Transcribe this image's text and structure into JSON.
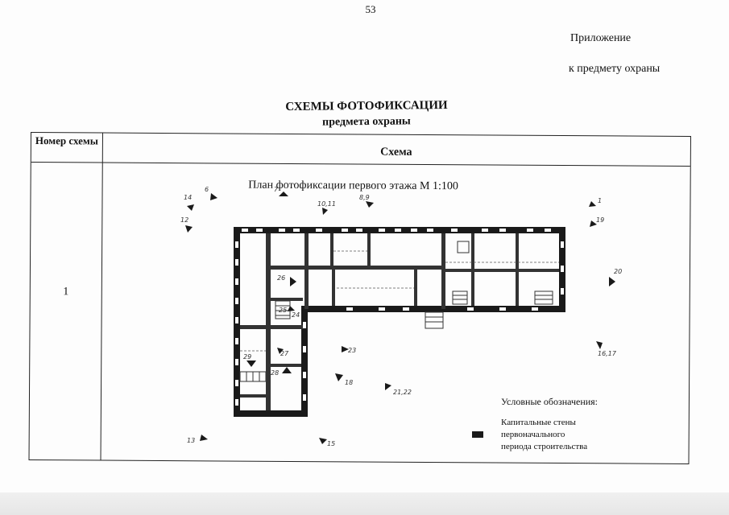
{
  "page_number": "53",
  "appendix": {
    "line1": "Приложение",
    "line2": "к предмету охраны"
  },
  "title": {
    "main": "СХЕМЫ ФОТОФИКСАЦИИ",
    "sub": "предмета охраны"
  },
  "table": {
    "col1_header": "Номер схемы",
    "col2_header": "Схема",
    "rows": [
      {
        "number": "1",
        "plan_title": "План фотофиксации первого этажа М 1:100"
      }
    ]
  },
  "photo_points": [
    "1",
    "6",
    "7",
    "8,9",
    "10,11",
    "12",
    "13",
    "14",
    "15",
    "16,17",
    "18",
    "19",
    "20",
    "21,22",
    "23",
    "24",
    "25",
    "26",
    "27",
    "28",
    "29"
  ],
  "legend": {
    "title": "Условные обозначения:",
    "line1": "Капитальные стены",
    "line2": "первоначального",
    "line3": "периода строительства",
    "wall_color": "#1a1a1a"
  }
}
